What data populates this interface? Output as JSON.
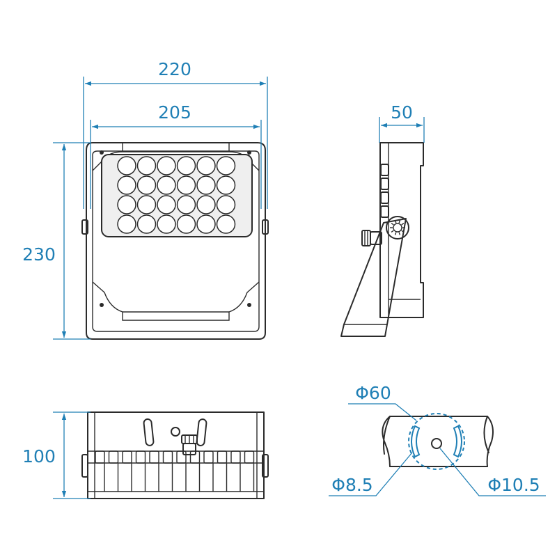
{
  "dimensions": {
    "front_width_outer": "220",
    "front_width_inner": "205",
    "front_height": "230",
    "side_depth": "50",
    "bottom_height": "100",
    "bracket_circle": "Φ60",
    "bracket_slot": "Φ8.5",
    "bracket_hole": "Φ10.5"
  },
  "front_view": {
    "led_rows": 4,
    "led_cols": 6
  },
  "colors": {
    "dimension": "#1f7fb5",
    "outline": "#2b2b2b"
  }
}
